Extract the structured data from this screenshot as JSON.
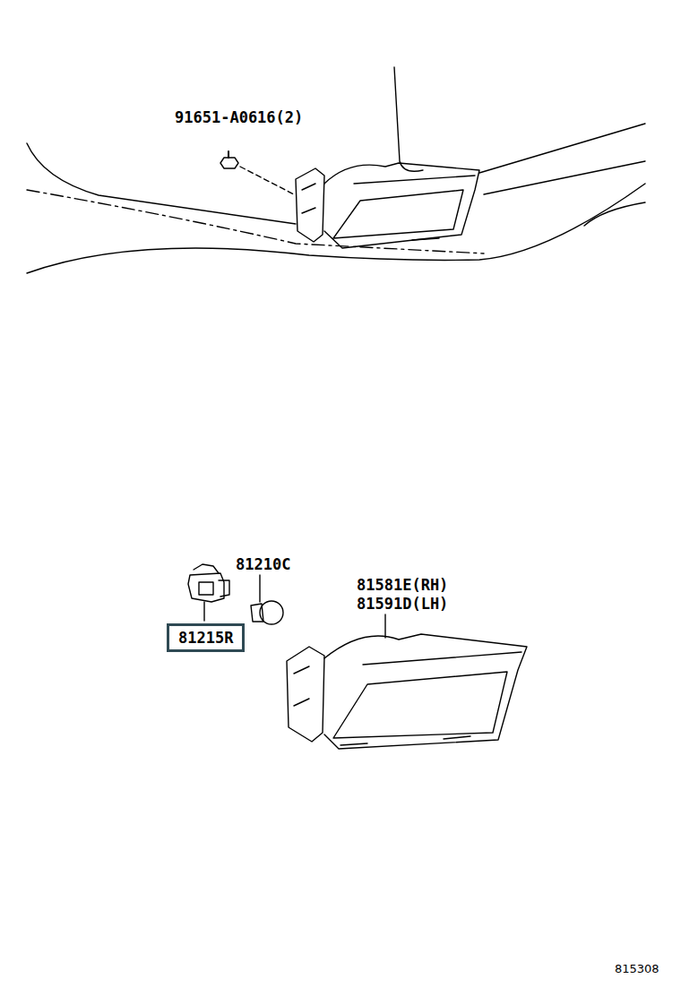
{
  "diagram": {
    "nodes": [
      {
        "text": [
          "81215R"
        ]
      }
    ],
    "labels": [
      "91651-A0616(2)",
      "81210C",
      "81581E(RH)",
      "81591D(LH)",
      "815308"
    ]
  }
}
